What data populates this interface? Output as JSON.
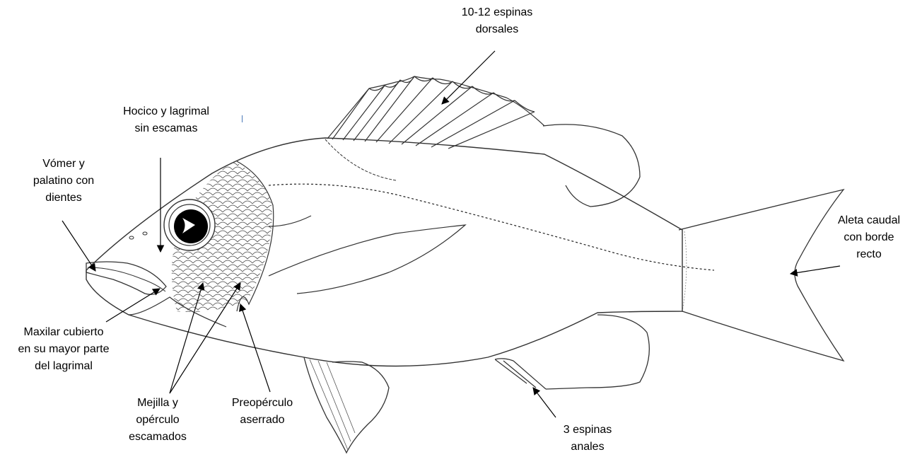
{
  "labels": {
    "dorsal": [
      "10-12 espinas",
      "dorsales"
    ],
    "snout": [
      "Hocico y lagrimal",
      "sin escamas"
    ],
    "vomer": [
      "Vómer y",
      "palatino con",
      "dientes"
    ],
    "caudal": [
      "Aleta caudal",
      "con borde",
      "recto"
    ],
    "maxilar": [
      "Maxilar cubierto",
      "en su mayor parte",
      "del lagrimal"
    ],
    "mejilla": [
      "Mejilla y",
      "opérculo",
      "escamados"
    ],
    "preop": [
      "Preopérculo",
      "aserrado"
    ],
    "anal": [
      "3 espinas",
      "anales"
    ]
  },
  "colors": {
    "ink": "#000000",
    "line": "#333333",
    "background": "#ffffff"
  }
}
